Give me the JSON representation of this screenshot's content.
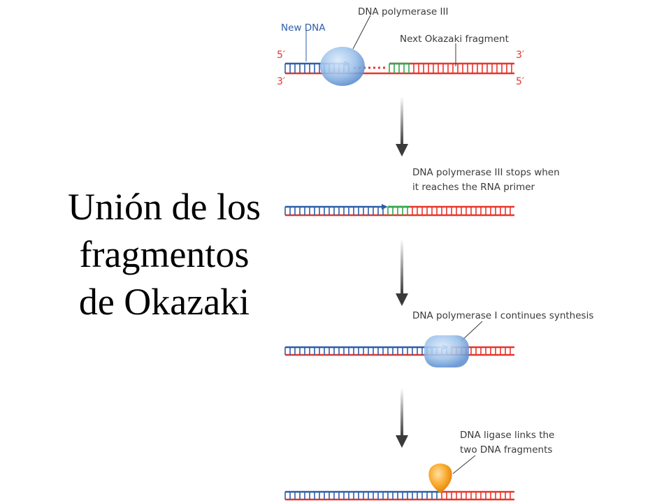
{
  "slide_title": {
    "line1": "Unión de los",
    "line2": "fragmentos",
    "line3": "de Okazaki"
  },
  "step1": {
    "new_dna_label": "New DNA",
    "polymerase_label": "DNA polymerase III",
    "next_fragment_label": "Next Okazaki fragment",
    "top_left_end": "5′",
    "top_right_end": "3′",
    "bottom_left_end": "3′",
    "bottom_right_end": "5′"
  },
  "step2": {
    "caption_line1": "DNA polymerase III stops when",
    "caption_line2": "it reaches the RNA primer"
  },
  "step3": {
    "caption": "DNA polymerase I continues synthesis"
  },
  "step4": {
    "caption_line1": "DNA ligase links the",
    "caption_line2": "two DNA fragments"
  },
  "colors": {
    "new_dna": "#2e5ea8",
    "template_strand": "#e8352b",
    "rna_primer": "#2fa84f",
    "polymerase": "#8fb8e6",
    "ligase": "#f6a21e",
    "arrow": "#4a4a4a"
  }
}
